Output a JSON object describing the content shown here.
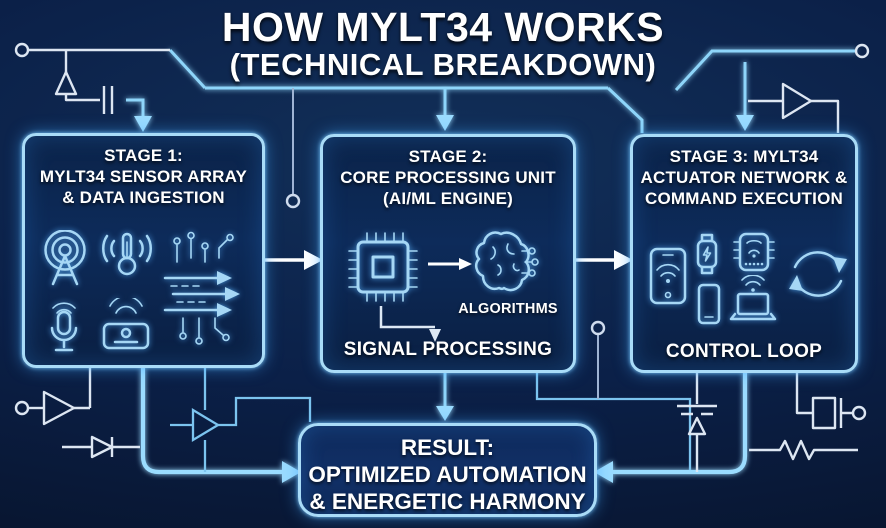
{
  "title": {
    "line1": "HOW MYLT34 WORKS",
    "line2": "(TECHNICAL BREAKDOWN)"
  },
  "stage1": {
    "title1": "STAGE 1:",
    "title2": "MYLT34 SENSOR ARRAY",
    "title3": "& DATA INGESTION",
    "icons": [
      "antenna-icon",
      "thermometer-icon",
      "data-flow-icon",
      "microphone-icon",
      "router-icon"
    ]
  },
  "stage2": {
    "title1": "STAGE 2:",
    "title2": "CORE PROCESSING UNIT",
    "title3": "(AI/ML ENGINE)",
    "algorithms_label": "ALGORITHMS",
    "caption": "SIGNAL PROCESSING",
    "icons": [
      "cpu-icon",
      "brain-icon"
    ]
  },
  "stage3": {
    "title1": "STAGE 3: MYLT34",
    "title2": "ACTUATOR NETWORK &",
    "title3": "COMMAND EXECUTION",
    "caption": "CONTROL LOOP",
    "icons": [
      "tablet-icon",
      "smartwatch-icon",
      "iot-chip-icon",
      "phone-icon",
      "laptop-icon",
      "cycle-arrows-icon"
    ]
  },
  "result": {
    "line1": "RESULT:",
    "line2": "OPTIMIZED AUTOMATION",
    "line3": "& ENERGETIC HARMONY"
  },
  "colors": {
    "background": "#0b2048",
    "box_border": "#a9dcf8",
    "trace_bright": "#8ed5fa",
    "trace_component": "#dde6f2",
    "flow_arrow": "#ffffff",
    "text": "#ffffff"
  }
}
